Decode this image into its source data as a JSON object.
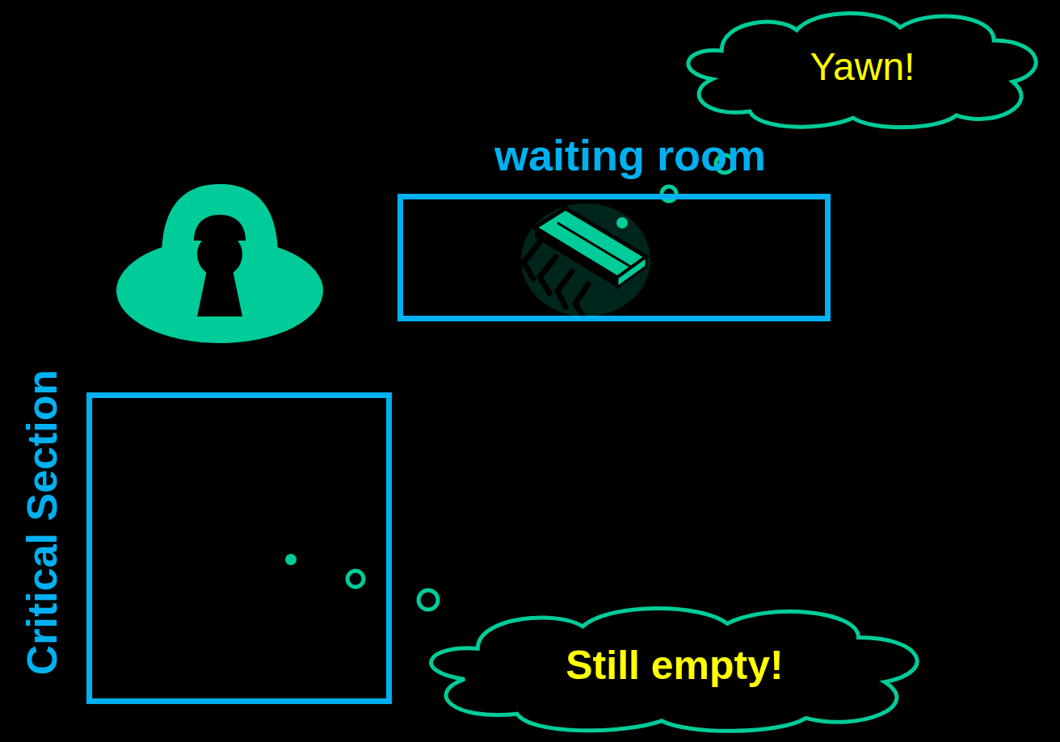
{
  "diagram": {
    "nodes": [
      {
        "text": [
          "Yawn!"
        ]
      },
      {
        "text": [
          "waiting room"
        ]
      },
      {
        "text": [
          "Critical Section"
        ]
      },
      {
        "text": [
          "Still empty!"
        ]
      }
    ]
  }
}
